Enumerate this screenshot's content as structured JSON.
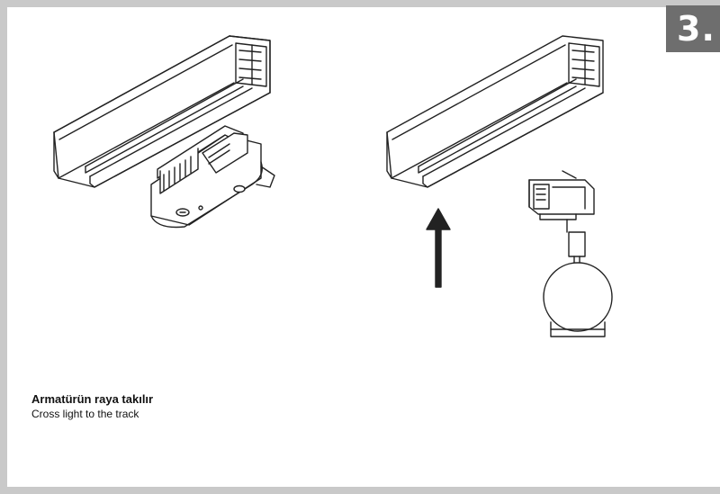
{
  "step": {
    "number": "3."
  },
  "caption": {
    "title": "Armatürün raya takılır",
    "subtitle": "Cross light to the track"
  },
  "icons": {
    "left_illustration": "track-with-adapter-illustration",
    "right_illustration": "track-with-pendant-lamp-illustration",
    "arrow": "up-arrow-icon"
  },
  "colors": {
    "frame": "#c9c9c9",
    "badge": "#6e6e6e",
    "line": "#222222"
  }
}
